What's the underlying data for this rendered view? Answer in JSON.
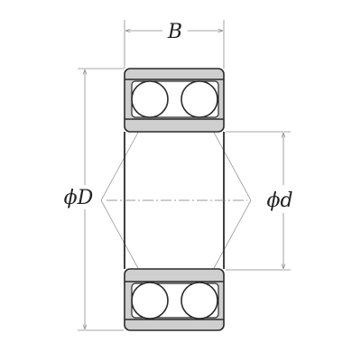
{
  "labels": {
    "width": "B",
    "outer_diameter": "ϕD",
    "bore_diameter": "ϕd"
  },
  "colors": {
    "ring_fill": "#cfcfcf",
    "outline": "#2a2a2a",
    "dimension_line": "#8a8a8a",
    "background": "#ffffff"
  }
}
